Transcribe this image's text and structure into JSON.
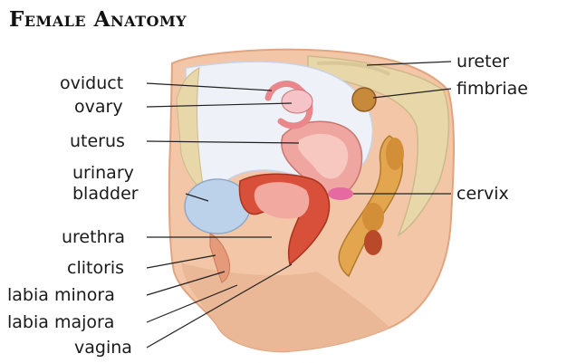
{
  "title": "Female Anatomy",
  "labels": {
    "oviduct": "oviduct",
    "ovary": "ovary",
    "uterus": "uterus",
    "urinary": "urinary",
    "bladder": "bladder",
    "urethra": "urethra",
    "clitoris": "clitoris",
    "labia_minora": "labia minora",
    "labia_majora": "labia majora",
    "vagina": "vagina",
    "ureter": "ureter",
    "fimbriae": "fimbriae",
    "cervix": "cervix"
  },
  "colors": {
    "skin": "#f2c6a6",
    "skin_dark": "#e0a480",
    "bone": "#e8d7a8",
    "cavity": "#eef1f8",
    "uterus": "#f0a6a0",
    "uterus_inner": "#f6c8c0",
    "bladder": "#bcd2ea",
    "rectum": "#e3a64e",
    "vagina_wall": "#d9503a",
    "leader": "#222222"
  }
}
